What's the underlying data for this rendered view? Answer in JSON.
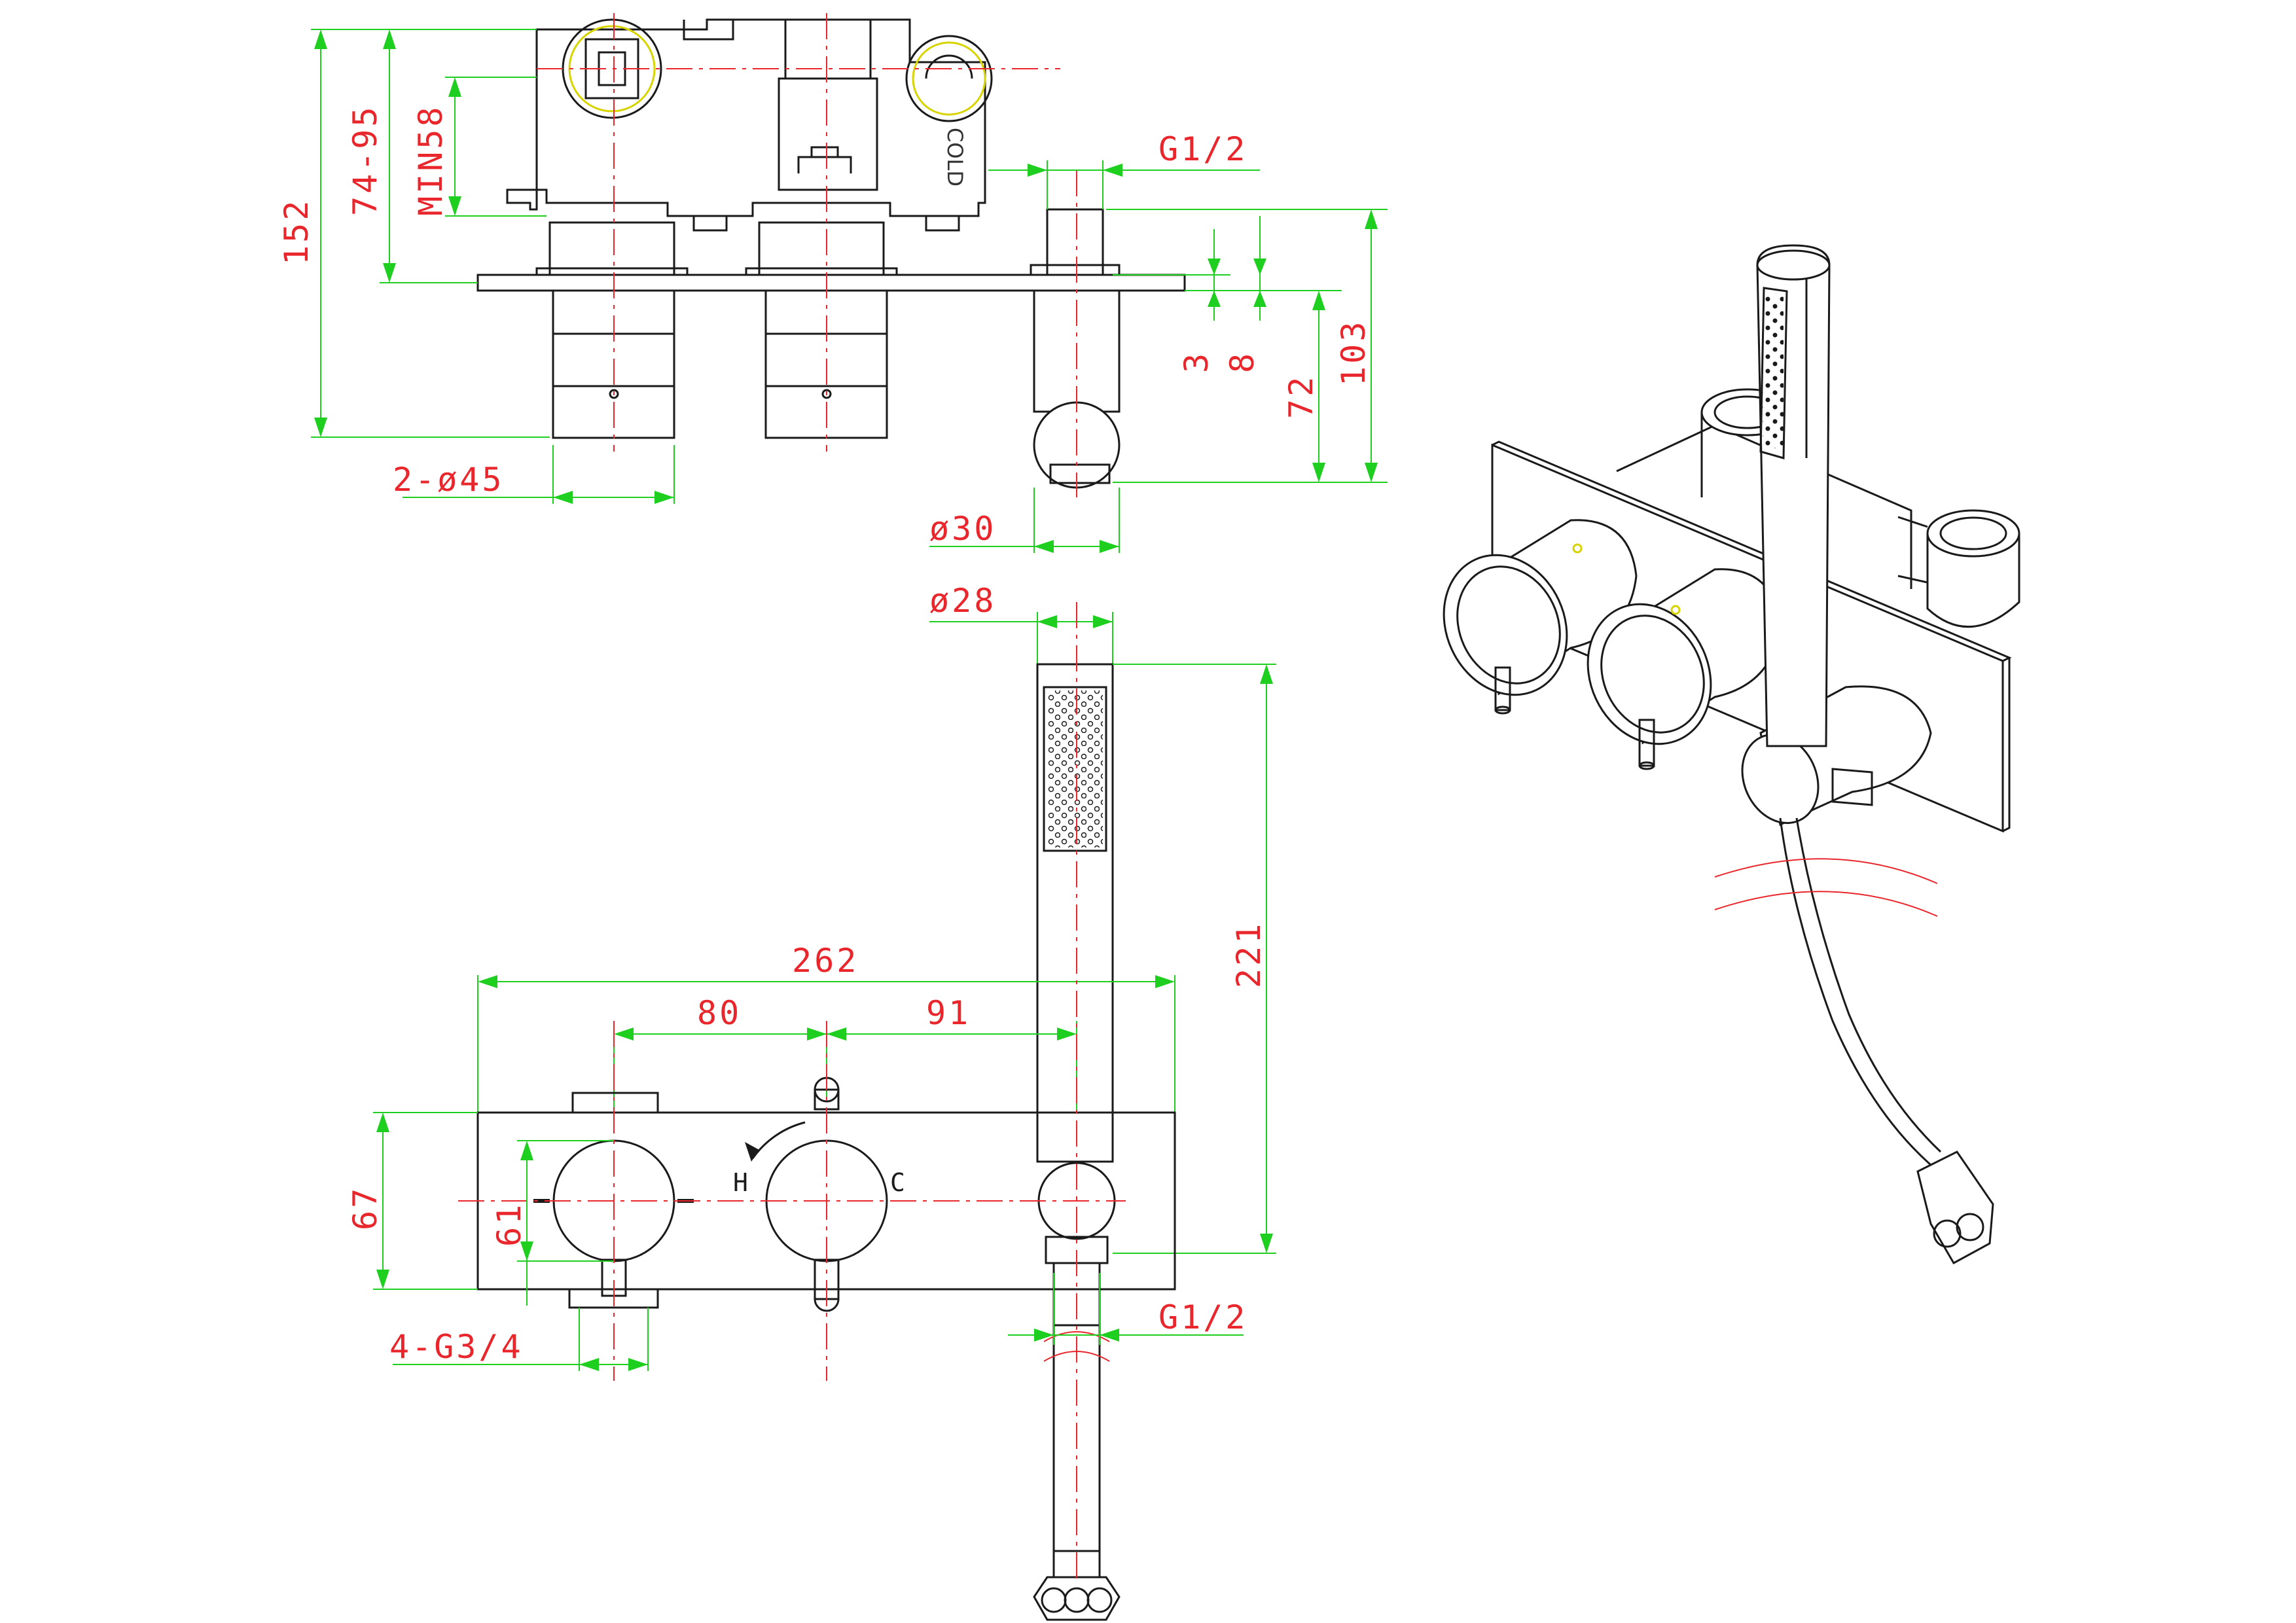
{
  "dimensions": {
    "d152": "152",
    "d74_95": "74-95",
    "min58": "MIN58",
    "g12_top": "G1/2",
    "d3": "3",
    "d8": "8",
    "d72": "72",
    "d103": "103",
    "d2x45": "2-ø45",
    "d30": "ø30",
    "d28": "ø28",
    "d221": "221",
    "d262": "262",
    "d80": "80",
    "d91": "91",
    "d67": "67",
    "d61": "61",
    "d4g34": "4-G3/4",
    "g12_bottom": "G1/2"
  },
  "labels": {
    "hot": "H",
    "cold": "C",
    "cold_stamp": "COLD"
  },
  "colors": {
    "outline": "#1a1a1a",
    "dimension_text": "#e8262b",
    "dimension_line": "#1fcf1f",
    "centerline": "#e8262b"
  }
}
